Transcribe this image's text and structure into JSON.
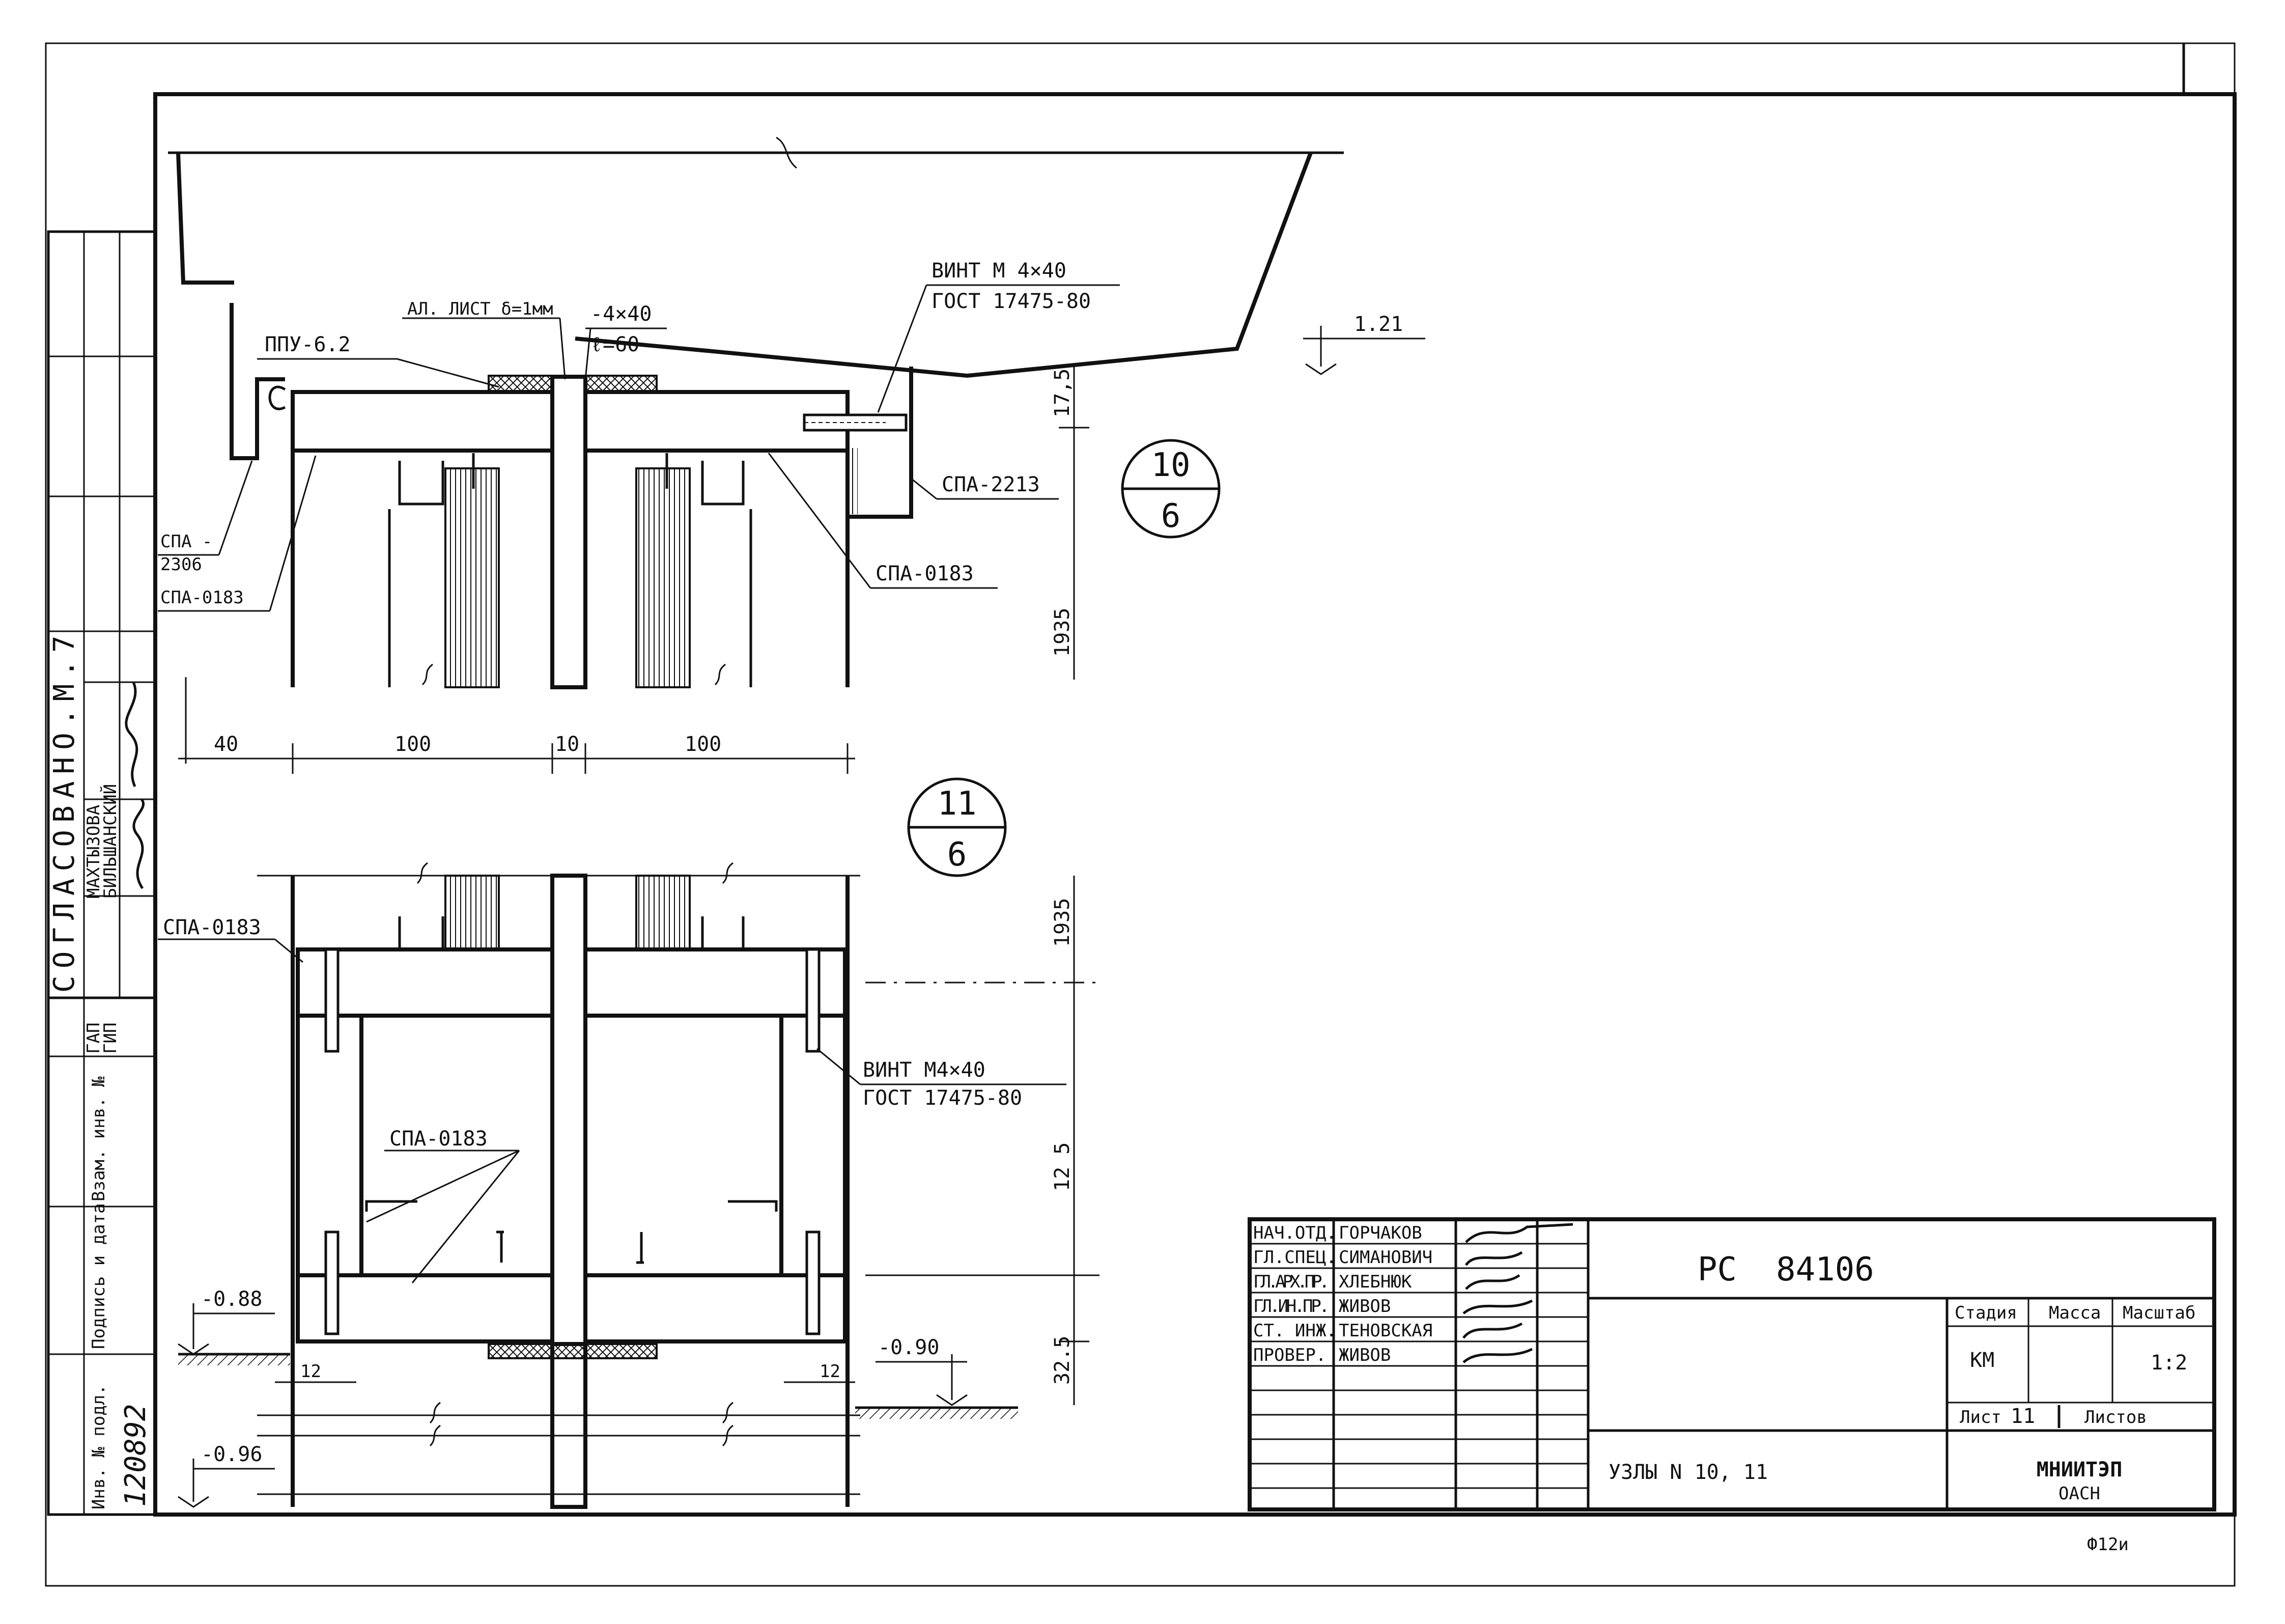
{
  "drawing": {
    "callouts": {
      "bolt_top": "ВИНТ М 4×40",
      "bolt_top_std": "ГОСТ 17475-80",
      "sheet_label": "АЛ. ЛИСТ δ=1мм",
      "plate": "-4×40",
      "plate_len": "ℓ=60",
      "ppu": "ППУ-6.2",
      "spa2306_a": "СПА -",
      "spa2306_b": "2306",
      "spa0183_left": "СПА-0183",
      "spa2213": "СПА-2213",
      "spa0183_right": "СПА-0183",
      "level_top": "1.21",
      "spa0183_lower": "СПА-0183",
      "spa0183_mid": "СПА-0183",
      "bolt_low": "ВИНТ М4×40",
      "bolt_low_std": "ГОСТ 17475-80",
      "level_m088": "-0.88",
      "level_m090": "-0.90",
      "level_m096": "-0.96"
    },
    "dims": {
      "d40": "40",
      "d100a": "100",
      "d10": "10",
      "d100b": "100",
      "d175": "17,5",
      "d1935a": "1935",
      "d1935b": "1935",
      "d125": "12 5",
      "d325": "32.5",
      "d12a": "12",
      "d12b": "12"
    },
    "node10": {
      "num": "10",
      "sheet": "6"
    },
    "node11": {
      "num": "11",
      "sheet": "6"
    }
  },
  "left_strip": {
    "agreed": "СОГЛАСОВАНО.М.7",
    "name1": "МАХТЫЗОВА",
    "name2": "БИЛЬШАНСКИЙ",
    "gap": "ГАП",
    "gip": "ГИП",
    "vzam": "Взам. инв. №",
    "podpis": "Подпись и дата",
    "inv": "Инв. № подл.",
    "inv_no": "120892"
  },
  "title_block": {
    "roles": [
      "НАЧ.ОТД.",
      "ГЛ.СПЕЦ.",
      "ГЛ.АРХ.ПР.",
      "ГЛ.ИН.ПР.",
      "СТ. ИНЖ.",
      "ПРОВЕР."
    ],
    "names": [
      "ГОРЧАКОВ",
      "СИМАНОВИЧ",
      "ХЛЕБНЮК",
      "ЖИВОВ",
      "ТЕНОВСКАЯ",
      "ЖИВОВ"
    ],
    "code": "РС  84106",
    "stage_h": "Стадия",
    "mass_h": "Масса",
    "scale_h": "Масштаб",
    "stage": "КМ",
    "scale": "1:2",
    "sheet_label": "Лист",
    "sheet_no": "11",
    "sheets_label": "Листов",
    "title": "УЗЛЫ N 10, 11",
    "org": "МНИИТЭП",
    "org_sub": "ОАСН"
  },
  "format": "Ф12и"
}
